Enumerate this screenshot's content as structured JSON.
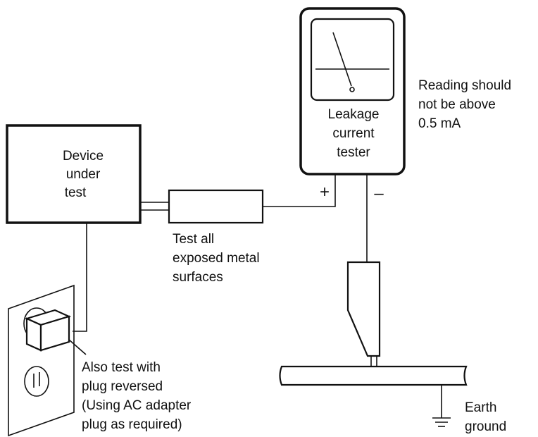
{
  "labels": {
    "device_under_test": [
      "Device",
      "under",
      "test"
    ],
    "tester": [
      "Leakage",
      "current",
      "tester"
    ],
    "reading_note": [
      "Reading should",
      "not be above",
      "0.5 mA"
    ],
    "test_surfaces": [
      "Test all",
      "exposed metal",
      "surfaces"
    ],
    "plug_note": [
      "Also test with",
      "plug reversed",
      "(Using AC adapter",
      "plug as required)"
    ],
    "earth_ground": [
      "Earth",
      "ground"
    ],
    "plus_sign": "+",
    "minus_sign": "–"
  }
}
